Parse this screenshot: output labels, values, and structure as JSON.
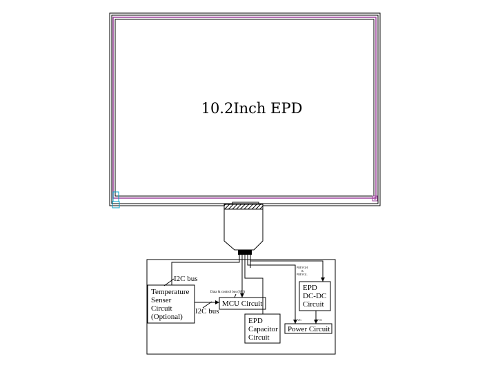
{
  "panel": {
    "title": "10.2Inch EPD"
  },
  "blocks": {
    "temperature_sensor": [
      "Temperature",
      "Senser",
      "Circuit",
      "(Optional)"
    ],
    "mcu": "MCU Circuit",
    "epd_capacitor": [
      "EPD",
      "Capacitor",
      "Circuit"
    ],
    "epd_dcdc": [
      "EPD",
      "DC-DC",
      "Circuit"
    ],
    "power": "Power Circuit"
  },
  "buses": {
    "i2c_top": "I2C bus",
    "i2c_bottom": "I2C bus",
    "data_control": "Data & control bus (SPI)",
    "prevgh": "PREVGH",
    "amp": "&",
    "prevgl": "PREVGL",
    "vg": "VG",
    "vcc": "VCC"
  },
  "colors": {
    "frame_accent": "#9b3f9b",
    "corner_marker": "#00a0c6",
    "line": "#000000"
  }
}
